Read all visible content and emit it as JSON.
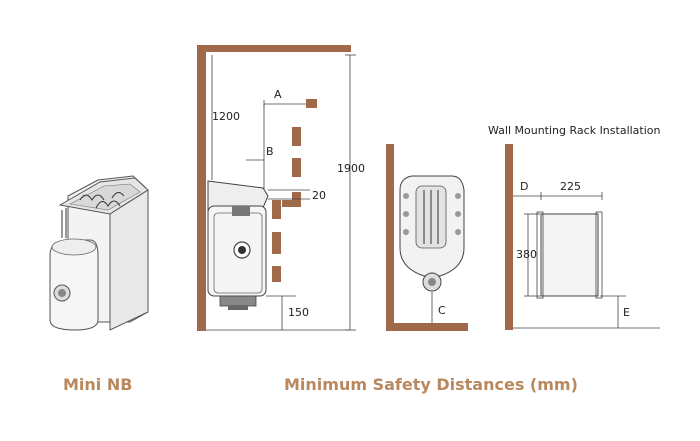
{
  "captions": {
    "product": "Mini NB",
    "diagram": "Minimum Safety Distances (mm)"
  },
  "labels": {
    "wall_mount": "Wall Mounting Rack Installation",
    "d1200": "1200",
    "d1900": "1900",
    "d20": "20",
    "d150": "150",
    "dA": "A",
    "dB": "B",
    "dC": "C",
    "dD": "D",
    "dE": "E",
    "d225": "225",
    "d380": "380"
  },
  "colors": {
    "wall": "#a0694a",
    "caption": "#b9885e"
  }
}
